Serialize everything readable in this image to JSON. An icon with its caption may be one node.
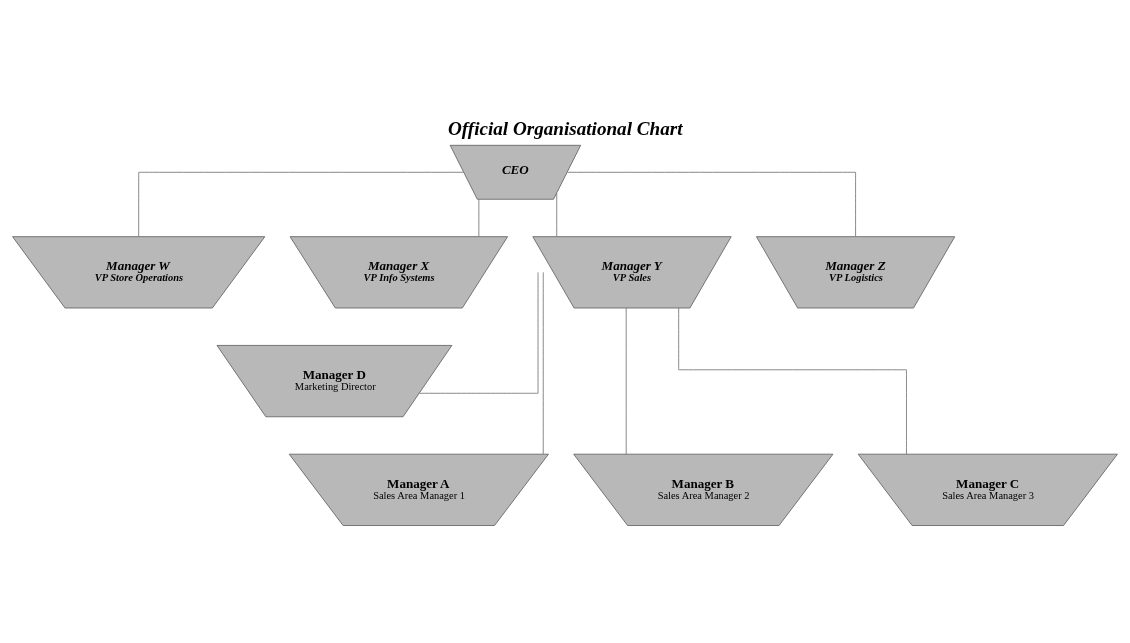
{
  "diagram": {
    "title": "Official Organisational Chart",
    "nodes": [
      {
        "text": [
          "CEO"
        ]
      },
      {
        "text": [
          "Manager W",
          "VP Store Operations"
        ]
      },
      {
        "text": [
          "Manager X",
          "VP Info Systems"
        ]
      },
      {
        "text": [
          "Manager Y",
          "VP Sales"
        ]
      },
      {
        "text": [
          "Manager Z",
          "VP Logistics"
        ]
      },
      {
        "text": [
          "Manager D",
          "Marketing Director"
        ]
      },
      {
        "text": [
          "Manager A",
          "Sales Area Manager 1"
        ]
      },
      {
        "text": [
          "Manager B",
          "Sales Area Manager 2"
        ]
      },
      {
        "text": [
          "Manager C",
          "Sales Area Manager 3"
        ]
      }
    ],
    "edges": [
      {
        "from": 0,
        "to": 1,
        "arrow": "none"
      },
      {
        "from": 0,
        "to": 2,
        "arrow": "none"
      },
      {
        "from": 0,
        "to": 3,
        "arrow": "none"
      },
      {
        "from": 0,
        "to": 4,
        "arrow": "none"
      },
      {
        "from": 3,
        "to": 5,
        "arrow": "none"
      },
      {
        "from": 3,
        "to": 6,
        "arrow": "none"
      },
      {
        "from": 3,
        "to": 7,
        "arrow": "none"
      },
      {
        "from": 3,
        "to": 8,
        "arrow": "none"
      }
    ]
  }
}
